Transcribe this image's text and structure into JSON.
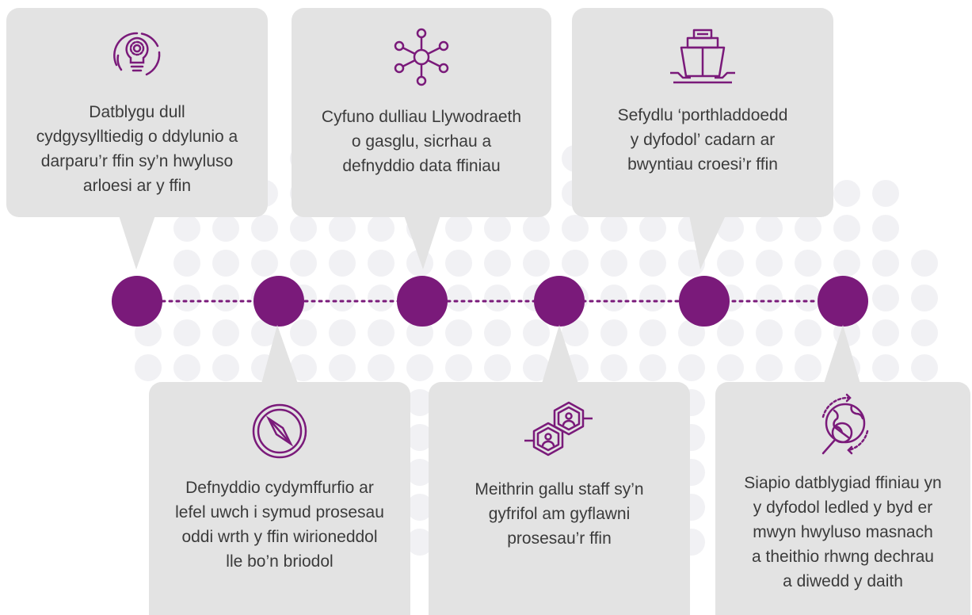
{
  "colors": {
    "accent": "#7a1a7a",
    "card": "#e3e3e3",
    "text": "#3b3b3b",
    "dots": "#f1f1f4"
  },
  "steps_top": [
    {
      "text": "Datblygu dull\ncydgysylltiedig o ddylunio a\ndarparu’r ffin sy’n hwyluso\narloesi ar y ffin",
      "icon": "lightbulb-gear-icon"
    },
    {
      "text": "Cyfuno dulliau Llywodraeth\no gasglu, sicrhau a\ndefnyddio data ffiniau",
      "icon": "network-hub-icon"
    },
    {
      "text": "Sefydlu ‘porthladdoedd\ny dyfodol’ cadarn ar\nbwyntiau croesi’r ffin",
      "icon": "ship-icon"
    }
  ],
  "steps_bottom": [
    {
      "text": "Defnyddio cydymffurfio ar\nlefel uwch i symud prosesau\noddi wrth y ffin wirioneddol\nlle bo’n briodol",
      "icon": "compass-icon"
    },
    {
      "text": "Meithrin gallu staff sy’n\ngyfrifol am gyflawni\nprosesau’r ffin",
      "icon": "hexagon-people-icon"
    },
    {
      "text": "Siapio datblygiad ffiniau yn\ny dyfodol ledled y byd er\nmwyn hwyluso masnach\na theithio rhwng dechrau\na diwedd y daith",
      "icon": "globe-search-icon"
    }
  ]
}
